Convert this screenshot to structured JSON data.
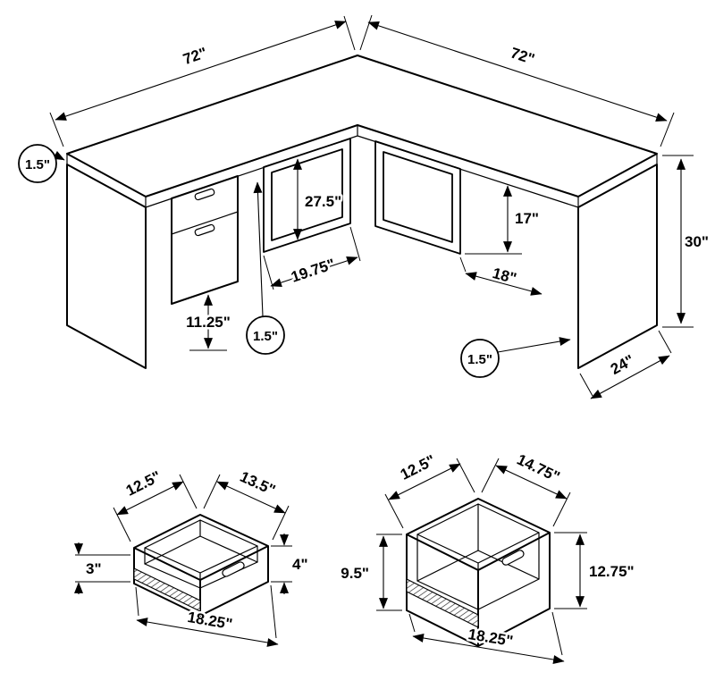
{
  "figure": {
    "background": "#ffffff",
    "line_color": "#000000",
    "type": "furniture-dimension-diagram",
    "subject": "l-shaped-desk-with-drawers"
  },
  "desk": {
    "dim_top_left_length": "72\"",
    "dim_top_right_length": "72\"",
    "dim_thickness_left": "1.5\"",
    "dim_thickness_center": "1.5\"",
    "dim_thickness_right": "1.5\"",
    "dim_left_clearance": "27.5\"",
    "dim_right_clearance": "17\"",
    "dim_height": "30\"",
    "dim_left_frame_width": "19.75\"",
    "dim_right_frame_width": "18\"",
    "dim_drawer_bank_height": "11.25\"",
    "dim_depth": "24\""
  },
  "small_drawer": {
    "dim_width": "12.5\"",
    "dim_depth": "13.5\"",
    "dim_front_height": "3\"",
    "dim_back_height": "4\"",
    "dim_diagonal": "18.25\""
  },
  "large_drawer": {
    "dim_width": "12.5\"",
    "dim_depth": "14.75\"",
    "dim_front_height": "9.5\"",
    "dim_back_height": "12.75\"",
    "dim_diagonal": "18.25\""
  }
}
